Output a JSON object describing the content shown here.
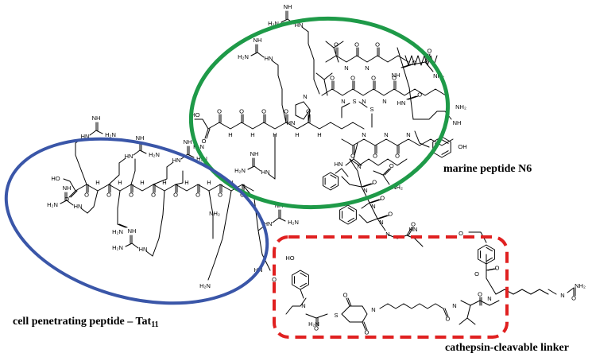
{
  "labels": {
    "n6": "marine peptide N6",
    "tat_prefix": "cell penetrating peptide – Tat",
    "tat_subscript": "11",
    "linker": "cathepsin-cleavable linker"
  },
  "atoms": {
    "H2N": "H₂N",
    "NH2": "NH₂",
    "NH": "NH",
    "HN": "HN",
    "OH": "OH",
    "HO": "HO",
    "H": "H",
    "N": "N",
    "O": "O",
    "S": "S"
  },
  "colors": {
    "n6_ellipse": "#1e9a48",
    "tat_ellipse": "#3a56a8",
    "linker_box": "#e02020",
    "bond": "#000000"
  }
}
